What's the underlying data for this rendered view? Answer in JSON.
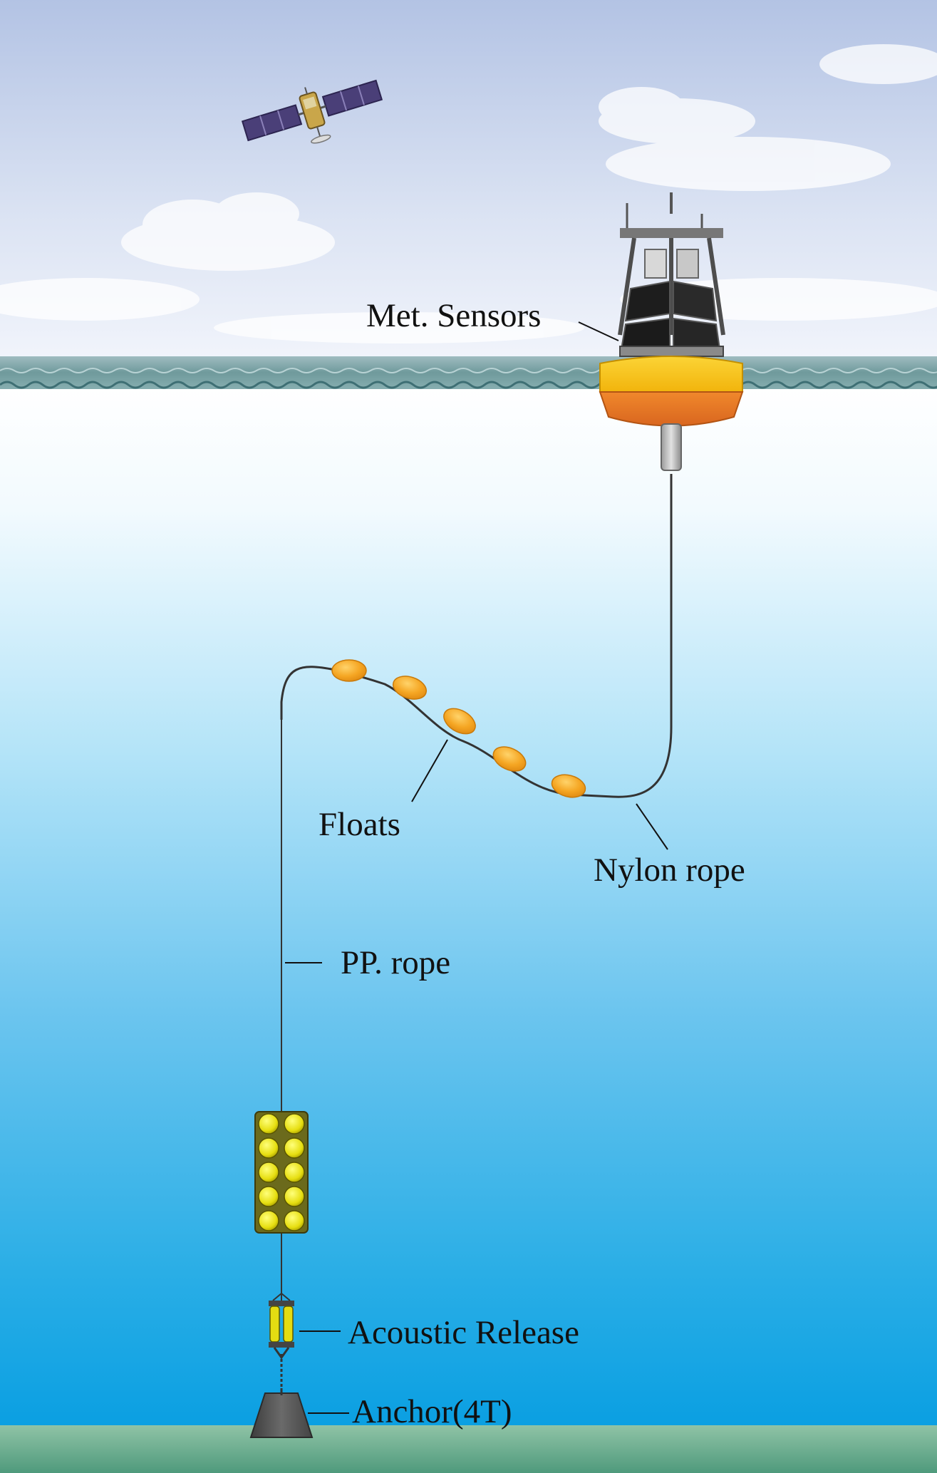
{
  "labels": {
    "met_sensors": "Met. Sensors",
    "floats": "Floats",
    "nylon_rope": "Nylon rope",
    "pp_rope": "PP. rope",
    "acoustic_release": "Acoustic Release",
    "anchor": "Anchor(4T)"
  },
  "colors": {
    "sky_top": "#b9c8e6",
    "sky_bottom": "#eef2fa",
    "sea_surface": "#7ea6a6",
    "water_top": "#ffffff",
    "water_mid": "#8fd3f0",
    "water_bottom": "#0a9ee0",
    "seabed": "#5fa487",
    "buoy_yellow": "#f7c21a",
    "buoy_orange": "#e8762a",
    "float_orange": "#f5a623",
    "glass_float_yellow": "#f0e81a",
    "anchor_gray": "#555555"
  },
  "float_count": 5,
  "glass_float_count": 10
}
